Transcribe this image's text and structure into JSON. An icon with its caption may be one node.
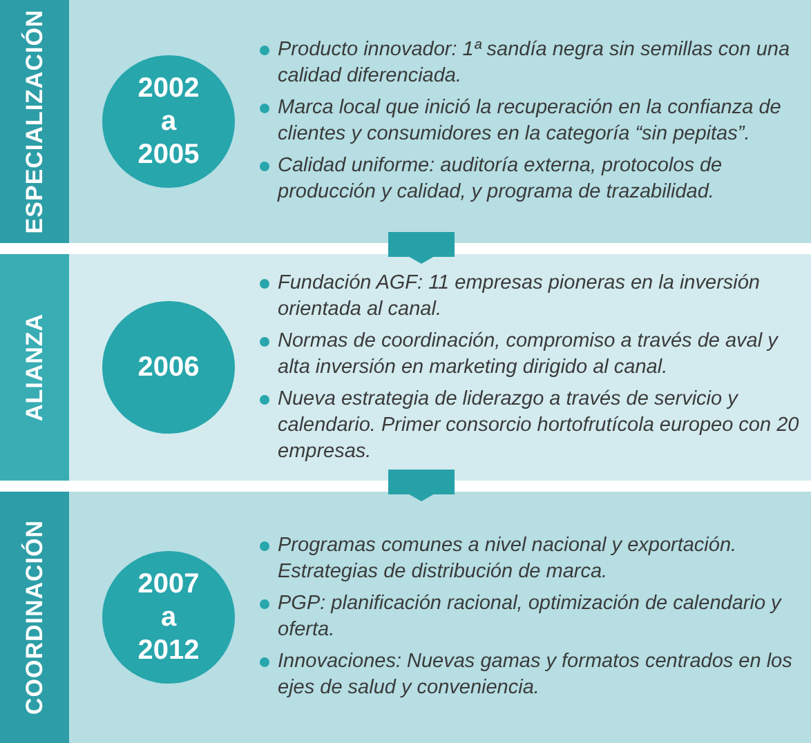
{
  "diagram": {
    "nodes": [
      {
        "text": [
          "ESPECIALIZACIÓN",
          "Producto innovador: 1ª sandía negra sin semillas con una calidad diferenciada.",
          "Marca local que inició la recuperación en la confianza de clientes y consumidores en la categoría “sin pepitas”.",
          "Calidad uniforme: auditoría externa, protocolos de producción y calidad, y programa de trazabilidad."
        ]
      },
      {
        "text": [
          "2002 a 2005"
        ],
        "in": 0
      },
      {
        "text": [
          "ALIANZA",
          "Fundación AGF: 11 empresas pioneras en la inversión orientada al canal.",
          "Normas de coordinación, compromiso a través de aval y alta inversión en marketing dirigido al canal.",
          "Nueva estrategia de liderazgo a través de servicio y calendario. Primer consorcio hortofrutícola europeo con 20 empresas."
        ]
      },
      {
        "text": [
          "2006"
        ],
        "in": 2
      },
      {
        "text": [
          "COORDINACIÓN",
          "Programas comunes a nivel nacional y exportación. Estrategias de distribución de marca.",
          "PGP: planificación racional, optimización de calendario y oferta.",
          "Innovaciones: Nuevas gamas y formatos centrados en los ejes de salud y conveniencia."
        ]
      },
      {
        "text": [
          "2007 a 2012"
        ],
        "in": 4
      }
    ],
    "edges": [
      {
        "from": 0,
        "to": 2,
        "arrow": "to"
      },
      {
        "from": 2,
        "to": 4,
        "arrow": "to"
      }
    ]
  }
}
